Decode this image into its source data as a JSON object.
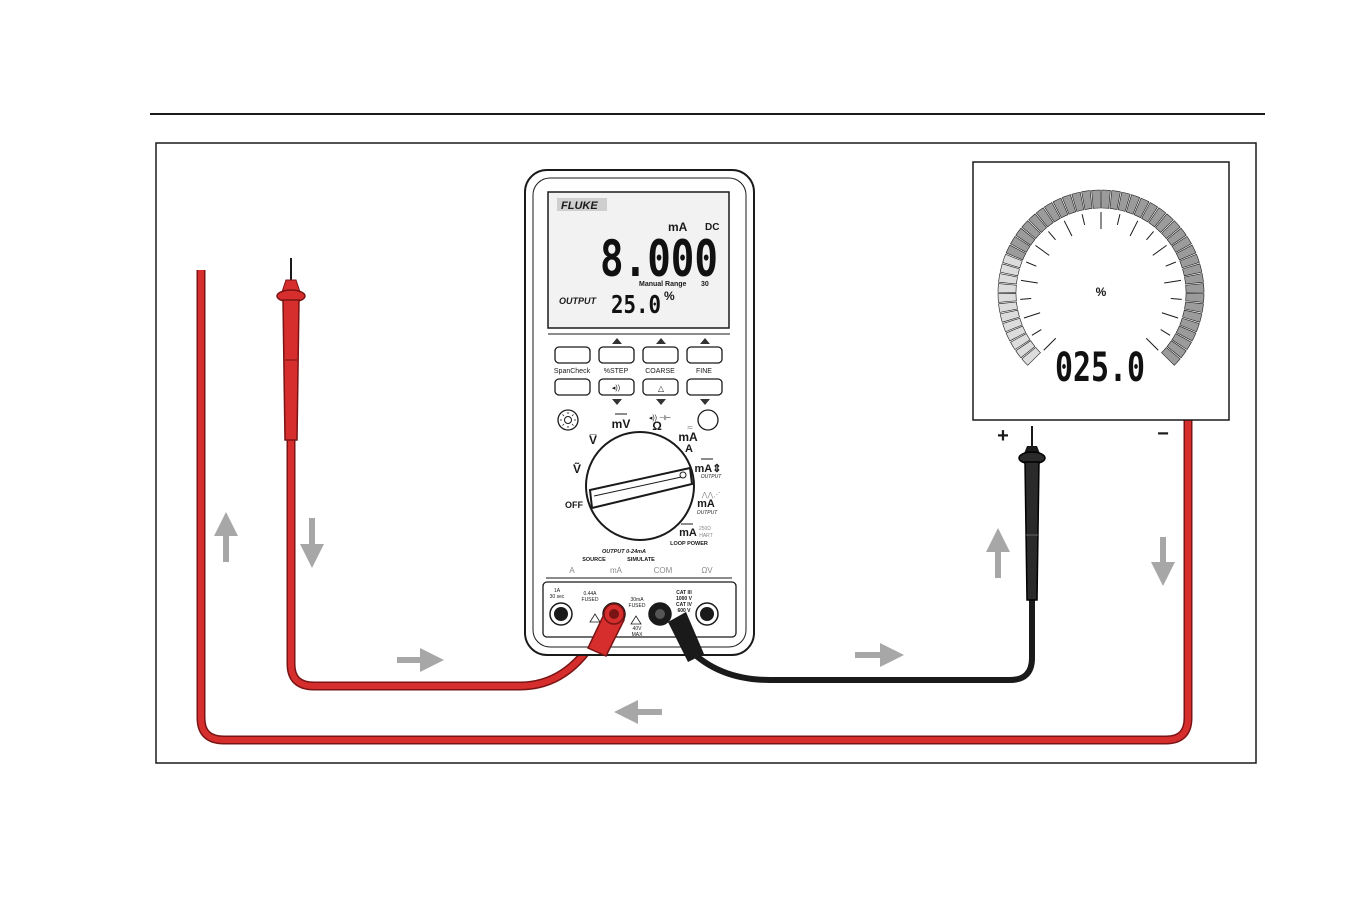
{
  "colors": {
    "lead_red": "#d62d2d",
    "lead_red_outline": "#7a1414",
    "lead_black": "#1a1a1a",
    "arrow_gray": "#a7a7a7",
    "frame": "#1a1a1a",
    "screen_bg": "#f2f2f2",
    "meter_bg": "#ffffff",
    "gauge_dark": "#9b9b9b",
    "gauge_light": "#dcdcdc"
  },
  "meter": {
    "brand": "FLUKE",
    "display": {
      "unit": "mA",
      "mode": "DC",
      "reading": "8.000",
      "range_label": "Manual Range",
      "range_value": "30",
      "output_label": "OUTPUT",
      "percent_reading": "25.0",
      "percent_unit": "%"
    },
    "buttons_top": [
      {
        "label": "SpanCheck"
      },
      {
        "label": "%STEP"
      },
      {
        "label": "COARSE"
      },
      {
        "label": "FINE"
      }
    ],
    "buttons_bottom": [
      {
        "glyph": ""
      },
      {
        "glyph": "◂))"
      },
      {
        "glyph": "△"
      },
      {
        "glyph": ""
      }
    ],
    "dial": {
      "off": "OFF",
      "v_ac": "Ṽ",
      "v_dc": "V̅",
      "mv": "mV",
      "ohm": "Ω",
      "ohm_extra": "◂)) ⊣⊢",
      "ma_a": "mA",
      "ma_a_sub": "A",
      "ma_a_top": "≂",
      "ma_out": "mA⇕",
      "ma_out_sub": "OUTPUT",
      "ma_sim": "mA",
      "ma_sim_sub": "OUTPUT",
      "ma_sim_top": "⋀⋀⋰",
      "ma_loop": "mA",
      "ma_loop_250": "250Ω",
      "ma_loop_hart": "HART",
      "ma_loop_label": "LOOP POWER"
    },
    "jack_area": {
      "output_label": "OUTPUT 0-24mA",
      "source": "SOURCE",
      "simulate": "SIMULATE",
      "a_label": "A",
      "ma_label": "mA",
      "com": "COM",
      "ohm_v": "ΩV"
    },
    "jacks": {
      "amp_rating_1": "1A",
      "amp_rating_2": "30 sec",
      "fuse_044_1": "0.44A",
      "fuse_044_2": "FUSED",
      "fuse_30_1": "30mA",
      "fuse_30_2": "FUSED",
      "max_v_1": "40V",
      "max_v_2": "MAX",
      "cat_1": "CAT III",
      "cat_2": "1000 V",
      "cat_3": "CAT IV",
      "cat_4": "600 V"
    }
  },
  "receiver": {
    "unit": "%",
    "reading": "025.0",
    "plus": "+",
    "minus": "−",
    "gauge_level_percent": 25
  }
}
